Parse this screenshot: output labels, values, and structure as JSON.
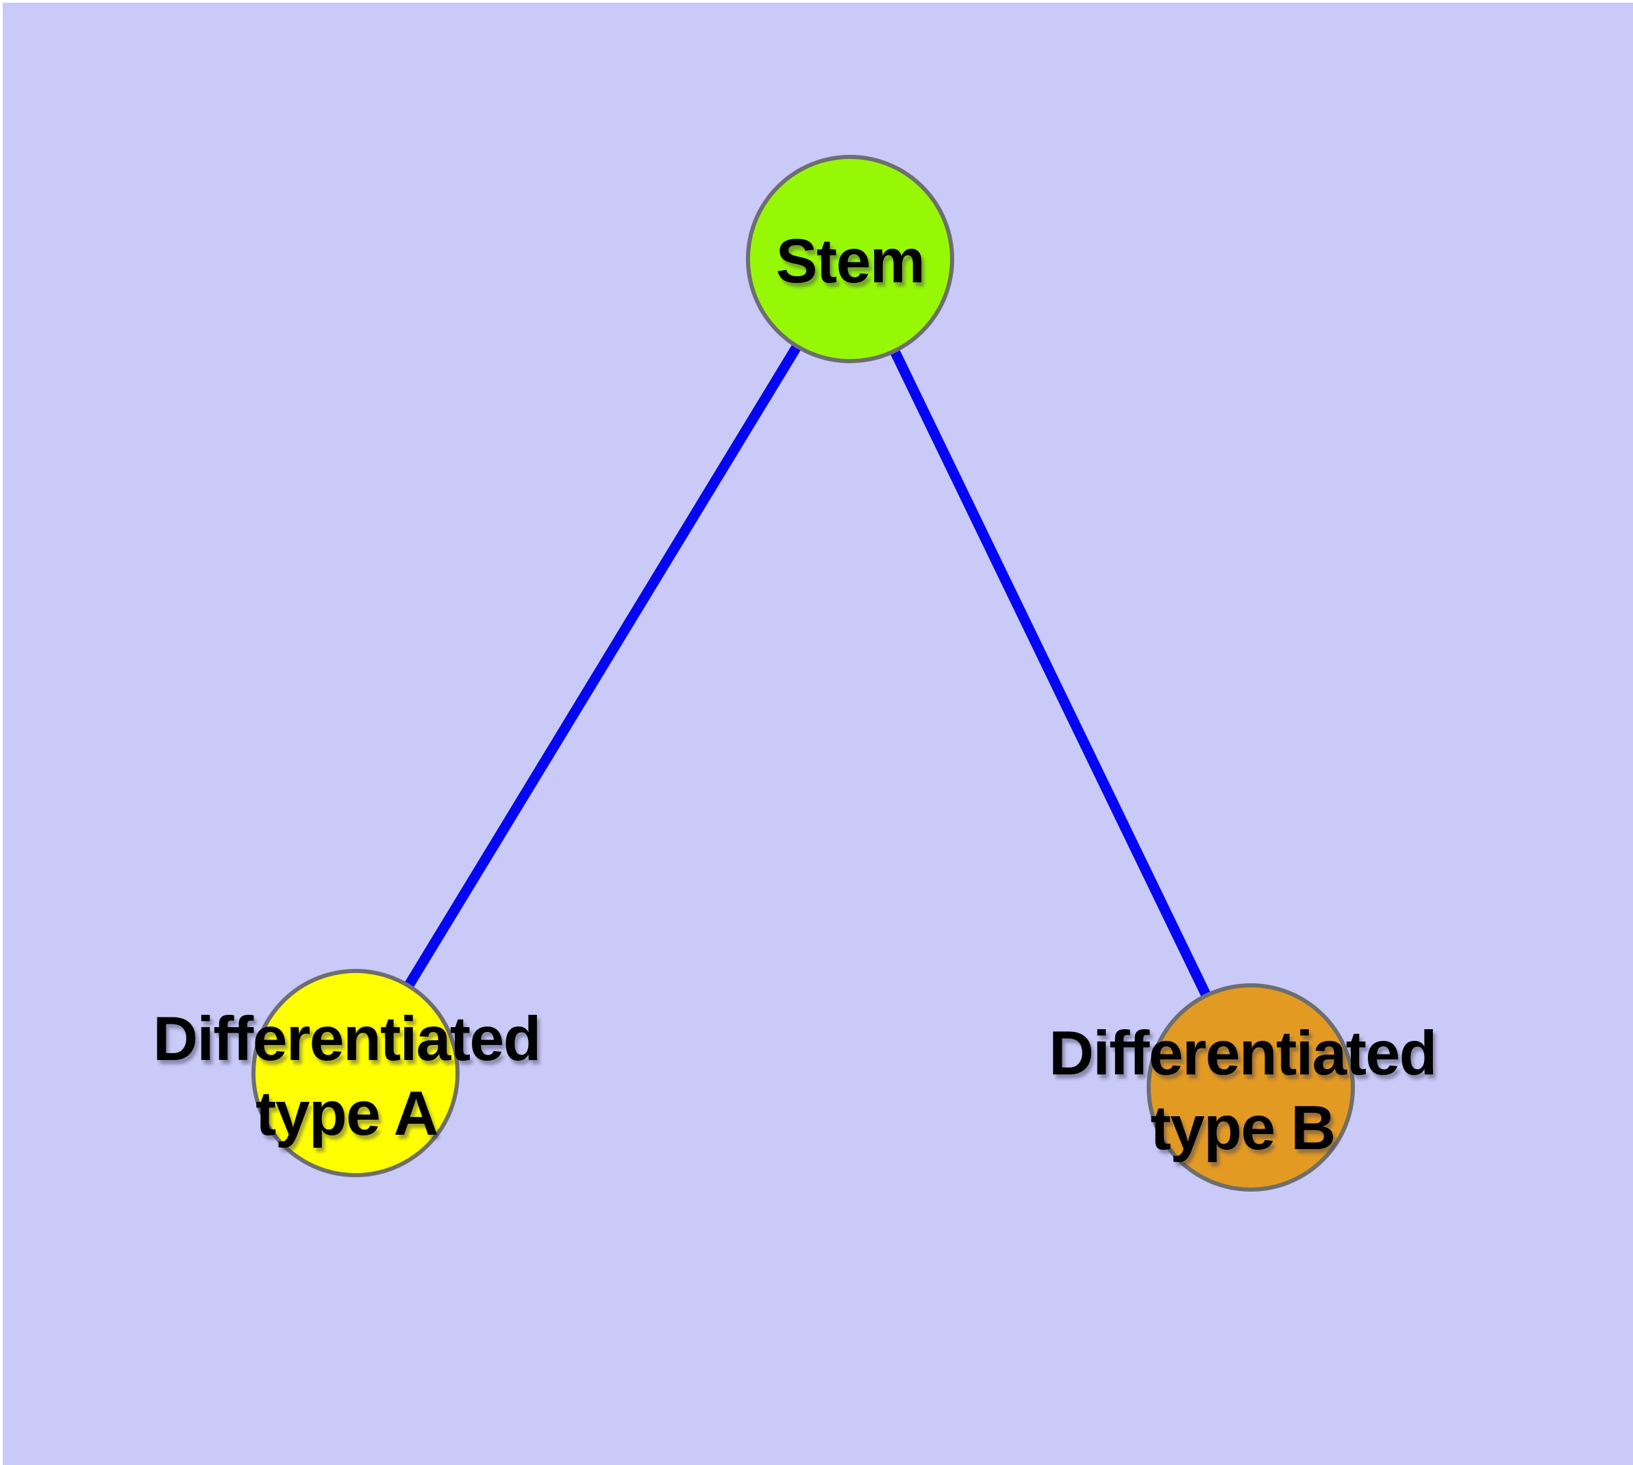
{
  "page": {
    "background": "#FFFFFF"
  },
  "canvas": {
    "background": "#CACAF8"
  },
  "diagram": {
    "type": "node-link-graph",
    "description": "Stem cell differentiation tree: one stem node connected to two differentiated cell type nodes",
    "nodes": [
      {
        "id": "stem",
        "label": "Stem",
        "label_lines": [
          "Stem"
        ],
        "shape": "circle",
        "fill": "#97F806",
        "border_color": "#6E6E6E",
        "text_color": "#000000"
      },
      {
        "id": "differentiated-type-a",
        "label": "Differentiated type A",
        "label_lines": [
          "Differentiated",
          "type A"
        ],
        "shape": "circle",
        "fill": "#FFFF00",
        "border_color": "#6E6E6E",
        "text_color": "#000000"
      },
      {
        "id": "differentiated-type-b",
        "label": "Differentiated type B",
        "label_lines": [
          "Differentiated",
          "type B"
        ],
        "shape": "circle",
        "fill": "#E39A23",
        "border_color": "#6E6E6E",
        "text_color": "#000000"
      }
    ],
    "edges": [
      {
        "from": "stem",
        "to": "differentiated-type-a",
        "color": "#0505F5"
      },
      {
        "from": "stem",
        "to": "differentiated-type-b",
        "color": "#0505F5"
      }
    ]
  }
}
